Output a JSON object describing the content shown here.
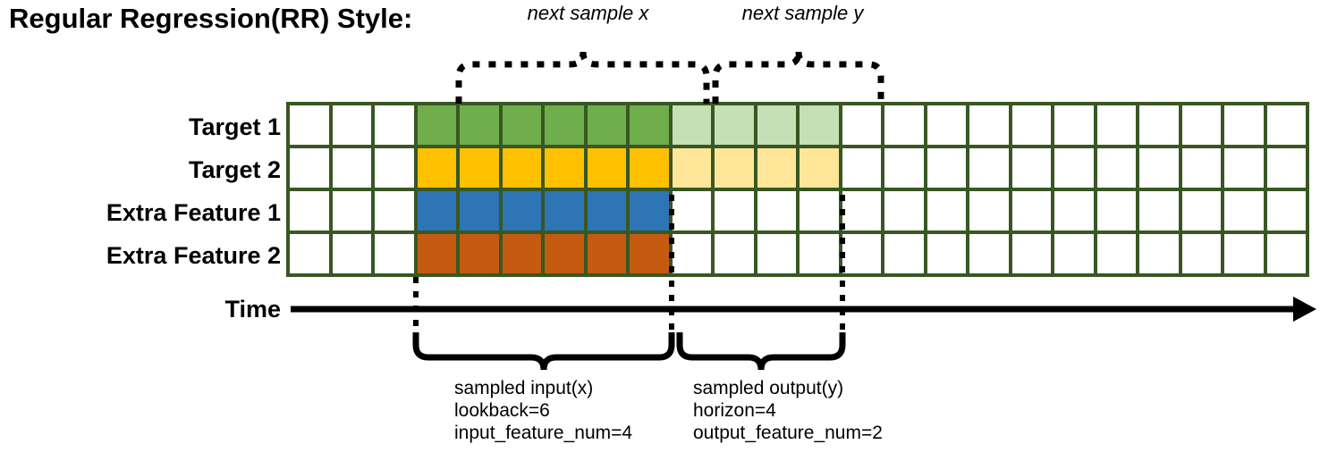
{
  "title": "Regular Regression(RR) Style:",
  "rows": [
    {
      "label": "Target 1"
    },
    {
      "label": "Target 2"
    },
    {
      "label": "Extra Feature 1"
    },
    {
      "label": "Extra Feature 2"
    }
  ],
  "axis": {
    "label": "Time",
    "arrow_icon": "right-arrow-icon"
  },
  "annotations": {
    "next_sample_x": "next sample x",
    "next_sample_y": "next sample y"
  },
  "input_block": {
    "line1": "sampled input(x)",
    "line2": "lookback=6",
    "line3": "input_feature_num=4"
  },
  "output_block": {
    "line1": "sampled output(y)",
    "line2": "horizon=4",
    "line3": "output_feature_num=2"
  },
  "colors": {
    "grid_border": "#385723",
    "target1": "#6FAE4B",
    "target1_light": "#C5E0B4",
    "target2": "#FFC000",
    "target2_light": "#FFE699",
    "feature1": "#2E75B6",
    "feature2": "#C55A11",
    "empty": "#FFFFFF",
    "ink": "#000000"
  },
  "grid": {
    "total_columns": 24,
    "total_rows": 4,
    "lookback_start_col": 3,
    "lookback": 6,
    "horizon": 4,
    "input_feature_num": 4,
    "output_feature_num": 2,
    "cells": [
      [
        "empty",
        "empty",
        "empty",
        "target1",
        "target1",
        "target1",
        "target1",
        "target1",
        "target1",
        "target1_light",
        "target1_light",
        "target1_light",
        "target1_light",
        "empty",
        "empty",
        "empty",
        "empty",
        "empty",
        "empty",
        "empty",
        "empty",
        "empty",
        "empty",
        "empty"
      ],
      [
        "empty",
        "empty",
        "empty",
        "target2",
        "target2",
        "target2",
        "target2",
        "target2",
        "target2",
        "target2_light",
        "target2_light",
        "target2_light",
        "target2_light",
        "empty",
        "empty",
        "empty",
        "empty",
        "empty",
        "empty",
        "empty",
        "empty",
        "empty",
        "empty",
        "empty"
      ],
      [
        "empty",
        "empty",
        "empty",
        "feature1",
        "feature1",
        "feature1",
        "feature1",
        "feature1",
        "feature1",
        "empty",
        "empty",
        "empty",
        "empty",
        "empty",
        "empty",
        "empty",
        "empty",
        "empty",
        "empty",
        "empty",
        "empty",
        "empty",
        "empty",
        "empty"
      ],
      [
        "empty",
        "empty",
        "empty",
        "feature2",
        "feature2",
        "feature2",
        "feature2",
        "feature2",
        "feature2",
        "empty",
        "empty",
        "empty",
        "empty",
        "empty",
        "empty",
        "empty",
        "empty",
        "empty",
        "empty",
        "empty",
        "empty",
        "empty",
        "empty",
        "empty"
      ]
    ]
  }
}
